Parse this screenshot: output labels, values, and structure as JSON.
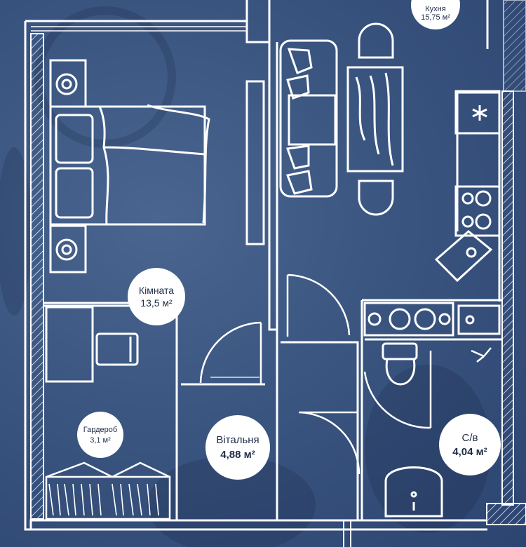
{
  "rooms": {
    "kitchen": {
      "name": "Кухня",
      "area": "15,75 м²"
    },
    "room": {
      "name": "Кімната",
      "area": "13,5 м²"
    },
    "wardrobe": {
      "name": "Гардероб",
      "area": "3,1 м²"
    },
    "living": {
      "name": "Вітальня",
      "area": "4,88 м²"
    },
    "bathroom": {
      "name": "С/в",
      "area": "4,04 м²"
    }
  },
  "colors": {
    "background": "#3b5680",
    "lines": "#ffffff",
    "label_text": "#1f2d48"
  }
}
